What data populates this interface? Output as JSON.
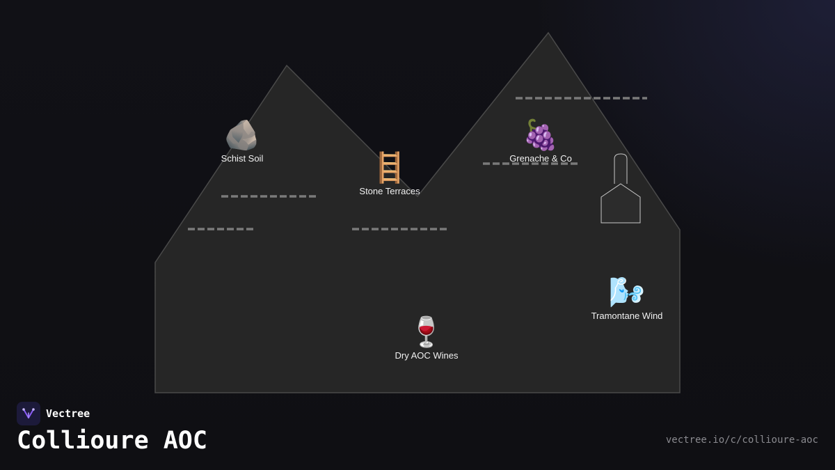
{
  "diagram": {
    "nodes": [
      {
        "id": "schist",
        "icon": "rock-icon",
        "emoji": "🪨",
        "label": "Schist Soil"
      },
      {
        "id": "terraces",
        "icon": "ladder-icon",
        "emoji": "🪜",
        "label": "Stone Terraces"
      },
      {
        "id": "grenache",
        "icon": "grapes-icon",
        "emoji": "🍇",
        "label": "Grenache & Co"
      },
      {
        "id": "tramontane",
        "icon": "wind-face-icon",
        "emoji": "🌬️",
        "label": "Tramontane Wind"
      },
      {
        "id": "wines",
        "icon": "wine-glass-icon",
        "emoji": "🍷",
        "label": "Dry AOC Wines"
      }
    ]
  },
  "brand": {
    "name": "Vectree",
    "logo_icon": "vectree-logo-icon",
    "accent": "#8b5cf6"
  },
  "title": "Collioure AOC",
  "url": "vectree.io/c/collioure-aoc",
  "colors": {
    "background": "#0f0f14",
    "mountain_fill": "#262626",
    "mountain_stroke": "#4a4a4a",
    "dash": "#7a7a7a",
    "text": "#f1f1f1",
    "muted_text": "#8a8a8f"
  }
}
